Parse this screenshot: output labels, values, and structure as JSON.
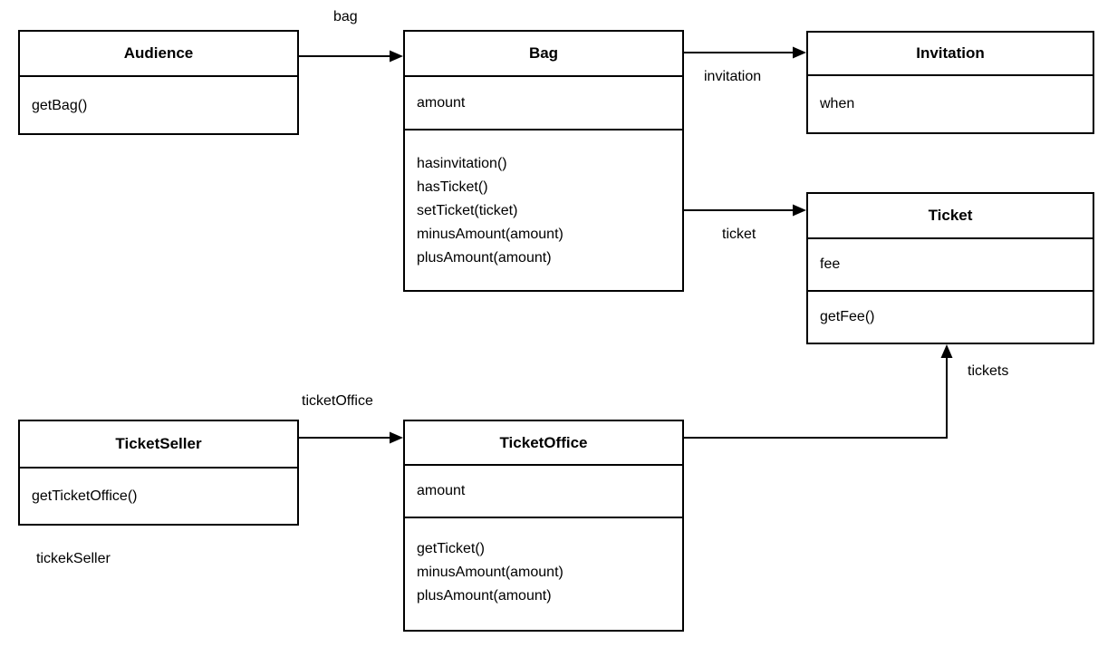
{
  "diagram": {
    "type": "uml-class-diagram",
    "background_color": "#ffffff",
    "stroke_color": "#000000",
    "text_color": "#000000"
  },
  "classes": [
    {
      "name": "Audience",
      "attributes": [],
      "methods": [
        "getBag()"
      ]
    },
    {
      "name": "Bag",
      "attributes": [
        "amount"
      ],
      "methods": [
        "hasinvitation()",
        "hasTicket()",
        "setTicket(ticket)",
        "minusAmount(amount)",
        "plusAmount(amount)"
      ]
    },
    {
      "name": "Invitation",
      "attributes": [
        "when"
      ],
      "methods": []
    },
    {
      "name": "Ticket",
      "attributes": [
        "fee"
      ],
      "methods": [
        "getFee()"
      ]
    },
    {
      "name": "TicketSeller",
      "attributes": [],
      "methods": [
        "getTicketOffice()"
      ]
    },
    {
      "name": "TicketOffice",
      "attributes": [
        "amount"
      ],
      "methods": [
        "getTicket()",
        "minusAmount(amount)",
        "plusAmount(amount)"
      ]
    }
  ],
  "associations": [
    {
      "label": "bag",
      "from": "Audience",
      "to": "Bag"
    },
    {
      "label": "invitation",
      "from": "Bag",
      "to": "Invitation"
    },
    {
      "label": "ticket",
      "from": "Bag",
      "to": "Ticket"
    },
    {
      "label": "ticketOffice",
      "from": "TicketSeller",
      "to": "TicketOffice"
    },
    {
      "label": "tickets",
      "from": "TicketOffice",
      "to": "Ticket"
    }
  ],
  "annotations": [
    {
      "text": "tickekSeller"
    }
  ]
}
